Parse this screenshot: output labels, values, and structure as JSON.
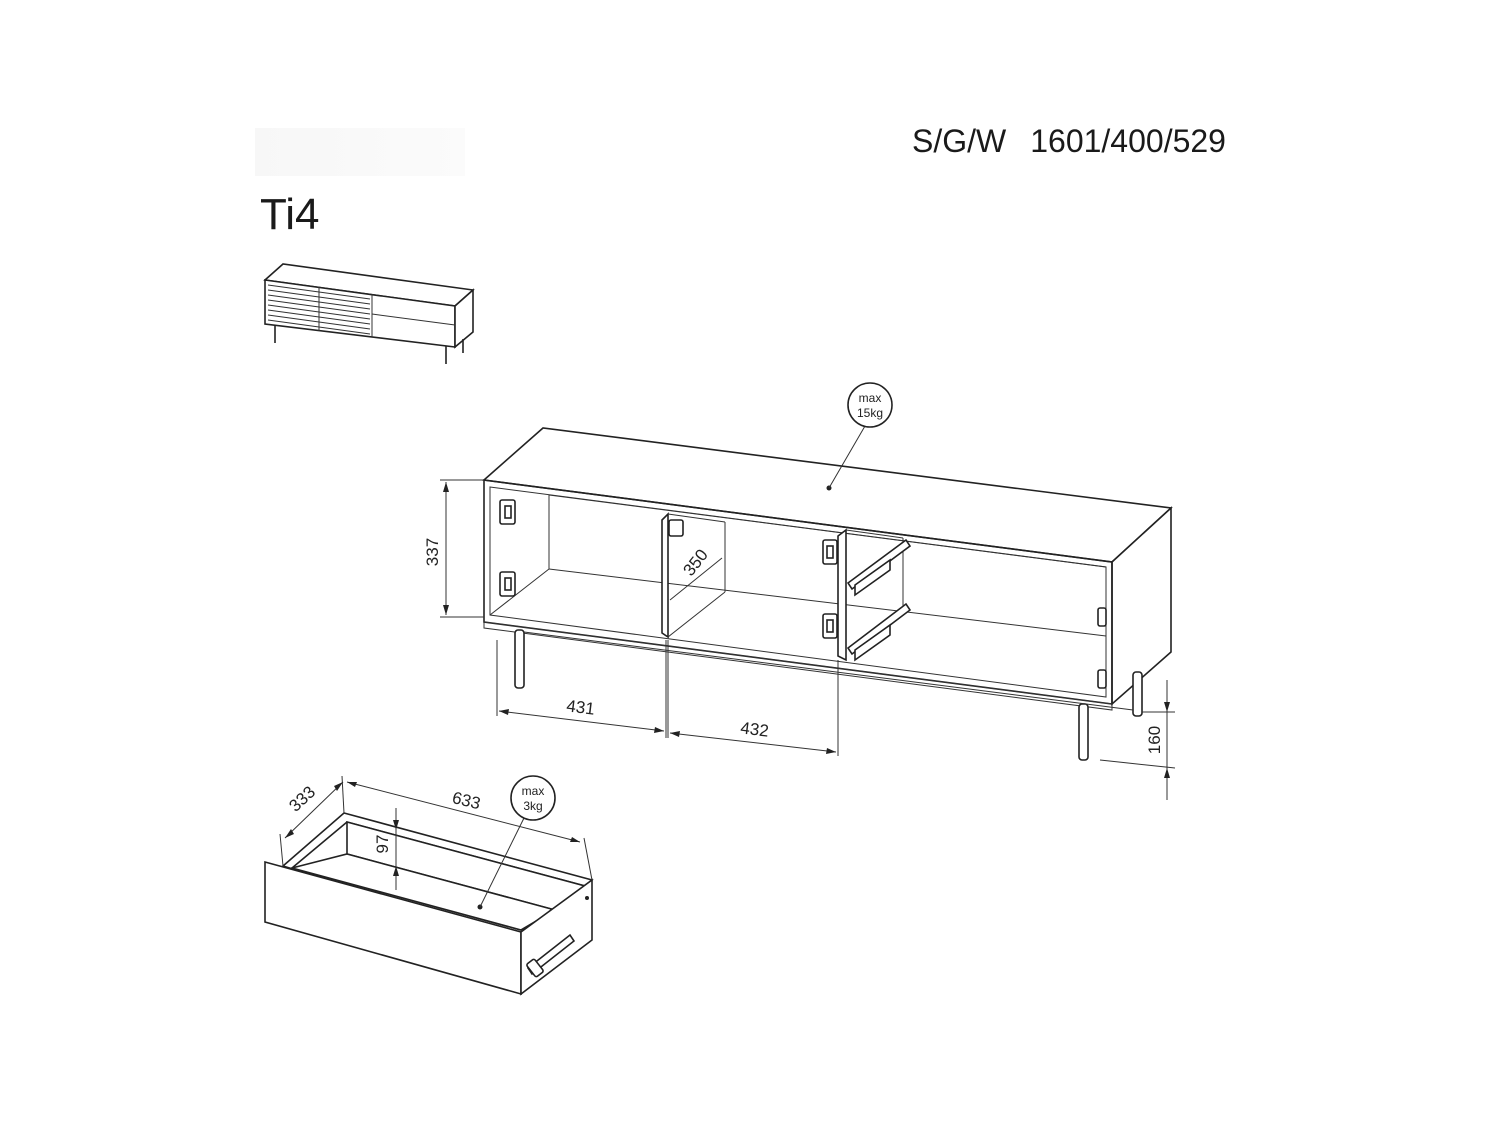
{
  "header": {
    "model_code": "Ti4",
    "dims_prefix": "S/G/W",
    "dims_value": "1601/400/529"
  },
  "cabinet": {
    "height": "337",
    "shelf_depth": "350",
    "compartment_1_width": "431",
    "compartment_2_width": "432",
    "leg_height": "160",
    "top_load": {
      "line1": "max",
      "line2": "15kg"
    }
  },
  "drawer": {
    "depth": "333",
    "width": "633",
    "height": "97",
    "load": {
      "line1": "max",
      "line2": "3kg"
    }
  },
  "colors": {
    "line": "#222222",
    "background": "#ffffff"
  }
}
